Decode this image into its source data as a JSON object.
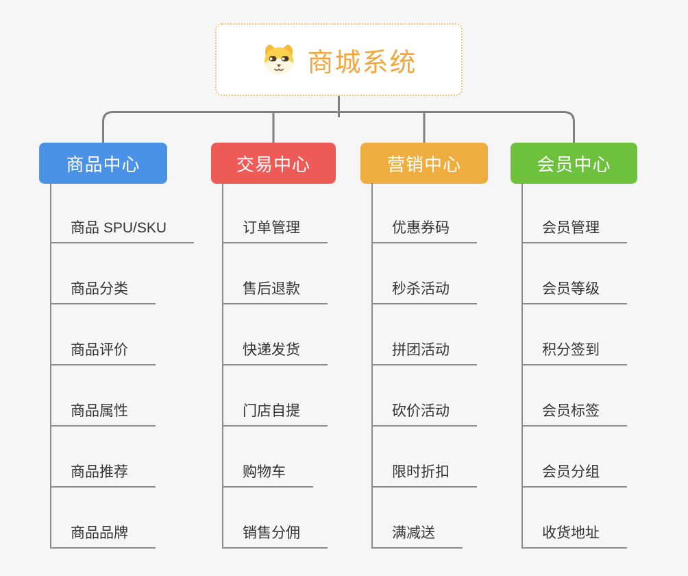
{
  "app": {
    "background_color": "#f6f6f6",
    "connector_color": "#7f7f7f",
    "leaf_line_color": "#8c8c8c"
  },
  "root": {
    "label": "商城系统",
    "icon": "dog-face-icon",
    "text_color": "#f0a73e",
    "border_color": "#f2c377"
  },
  "branches": [
    {
      "label": "商品中心",
      "color": "#4a92e8",
      "items": [
        "商品 SPU/SKU",
        "商品分类",
        "商品评价",
        "商品属性",
        "商品推荐",
        "商品品牌"
      ]
    },
    {
      "label": "交易中心",
      "color": "#ee5a56",
      "items": [
        "订单管理",
        "售后退款",
        "快递发货",
        "门店自提",
        "购物车",
        "销售分佣"
      ]
    },
    {
      "label": "营销中心",
      "color": "#efad3f",
      "items": [
        "优惠券码",
        "秒杀活动",
        "拼团活动",
        "砍价活动",
        "限时折扣",
        "满减送"
      ]
    },
    {
      "label": "会员中心",
      "color": "#6ec13d",
      "items": [
        "会员管理",
        "会员等级",
        "积分签到",
        "会员标签",
        "会员分组",
        "收货地址"
      ]
    }
  ]
}
